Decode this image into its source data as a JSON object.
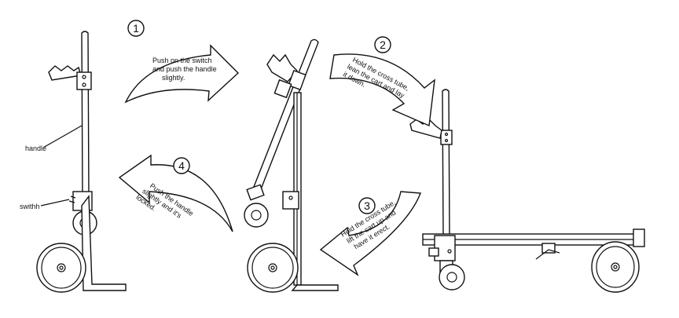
{
  "steps": [
    {
      "number": "1",
      "lines": [
        "Push on the switch",
        "and push the handle",
        "slightly."
      ]
    },
    {
      "number": "2",
      "lines": [
        "Hold the cross tube,",
        "lean the cart and lay",
        "it down."
      ]
    },
    {
      "number": "3",
      "lines": [
        "Hold the cross tube,",
        "lift the cart up and",
        "have it erect."
      ]
    },
    {
      "number": "4",
      "lines": [
        "Push the handle",
        "slightly and it's",
        "locked."
      ]
    }
  ],
  "callouts": {
    "handle": "handle",
    "switch": "swithh"
  },
  "colors": {
    "line": "#111111",
    "background": "#ffffff"
  }
}
